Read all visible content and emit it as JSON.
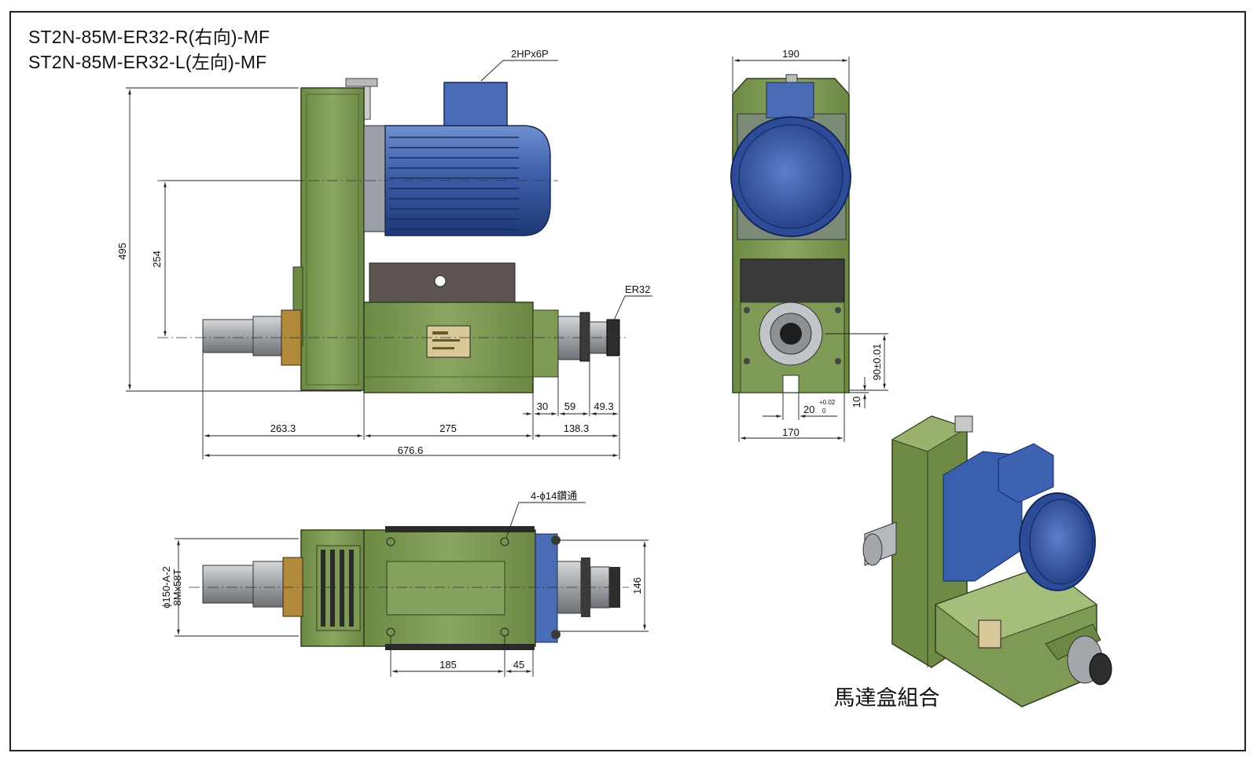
{
  "titles": {
    "line1": "ST2N-85M-ER32-R(右向)-MF",
    "line2": "ST2N-85M-ER32-L(左向)-MF"
  },
  "labels": {
    "motor": "2HPx6P",
    "collet": "ER32",
    "holes": "4-ϕ14鑽通",
    "flange_line1": "ϕ150-A-2",
    "flange_line2": "8Mx58T",
    "caption": "馬達盒組合"
  },
  "dimensions": {
    "height_total": "495",
    "height_axis": "254",
    "len_rear": "263.3",
    "len_body": "275",
    "len_front": "138.3",
    "len_total": "676.6",
    "nose_a": "30",
    "nose_b": "59",
    "nose_c": "49.3",
    "width_top": "190",
    "width_base": "170",
    "slot_width": "20",
    "slot_tol_upper": "+0.02",
    "slot_tol_lower": "0",
    "axis_height": "90±0.01",
    "base_thick": "10",
    "hole_spacing_x": "185",
    "hole_offset": "45",
    "hole_spacing_y": "146"
  },
  "colors": {
    "housing": "#7f9a55",
    "housing_dark": "#5d7a3a",
    "motor": "#3d5fa8",
    "motor_dark": "#223f82",
    "steel": "#a4a8ac",
    "brass": "#b08a3a",
    "plate": "#5b5450"
  }
}
